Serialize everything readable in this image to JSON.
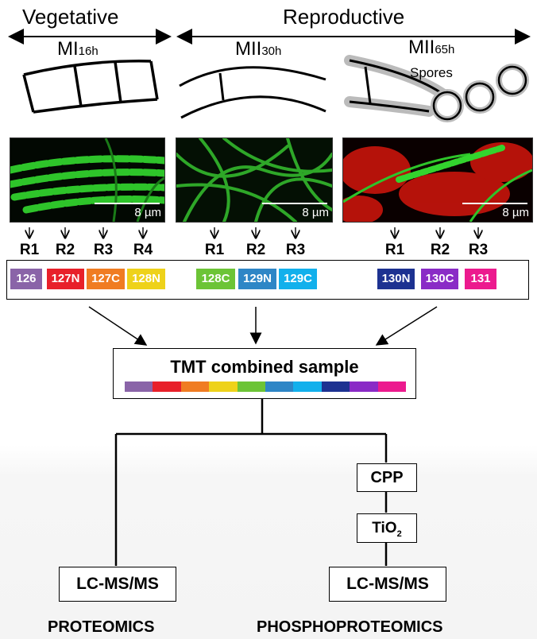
{
  "stages": {
    "vegetative": "Vegetative",
    "reproductive": "Reproductive"
  },
  "timepoints": [
    {
      "main": "MI",
      "sub": "16h"
    },
    {
      "main": "MII",
      "sub": "30h"
    },
    {
      "main": "MII",
      "sub": "65h"
    }
  ],
  "spores_label": "Spores",
  "scale_label": "8 µm",
  "replicates": {
    "group1": [
      "R1",
      "R2",
      "R3",
      "R4"
    ],
    "group2": [
      "R1",
      "R2",
      "R3"
    ],
    "group3": [
      "R1",
      "R2",
      "R3"
    ]
  },
  "tags": [
    {
      "label": "126",
      "color": "#8a64a8"
    },
    {
      "label": "127N",
      "color": "#e8202a"
    },
    {
      "label": "127C",
      "color": "#f07c22"
    },
    {
      "label": "128N",
      "color": "#eed21a"
    },
    {
      "label": "128C",
      "color": "#6cc436"
    },
    {
      "label": "129N",
      "color": "#2e86c6"
    },
    {
      "label": "129C",
      "color": "#12b0ec"
    },
    {
      "label": "130N",
      "color": "#1d3291"
    },
    {
      "label": "130C",
      "color": "#8a2bc6"
    },
    {
      "label": "131",
      "color": "#ec1a8e"
    }
  ],
  "combined": "TMT combined sample",
  "cpp": "CPP",
  "tio2": {
    "main": "TiO",
    "sub": "2"
  },
  "lcms": "LC-MS/MS",
  "outputs": {
    "proteomics": "PROTEOMICS",
    "phospho": "PHOSPHOPROTEOMICS"
  }
}
